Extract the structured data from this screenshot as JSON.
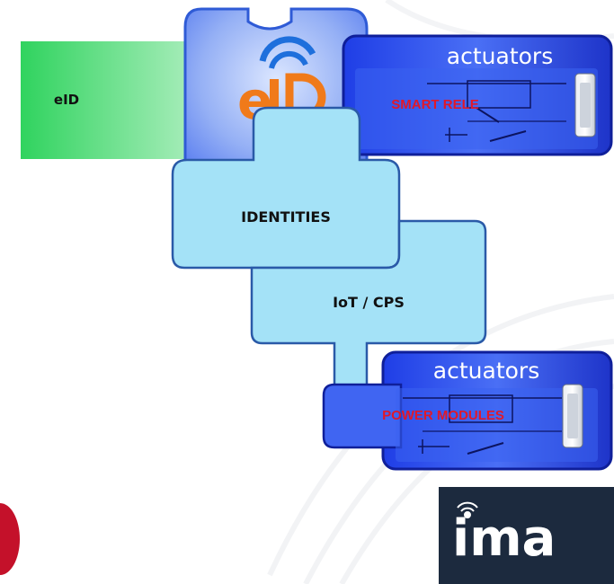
{
  "blocks": {
    "eid_left": "eID",
    "identities": "IDENTITIES",
    "iot": "IoT / CPS"
  },
  "actuators_top": {
    "title": "actuators",
    "label": "SMART RELE"
  },
  "actuators_bottom": {
    "title": "actuators",
    "label": "POWER MODULES"
  },
  "logo": {
    "text": "ima"
  },
  "colors": {
    "green": "#35d86a",
    "light_blue": "#9fe3f8",
    "mid_blue": "#6f8ff2",
    "actuator_blue": "#1f3fe8",
    "dark_navy": "#1c2a3e",
    "orange": "#f07a1a",
    "red_text": "#e0182a"
  }
}
